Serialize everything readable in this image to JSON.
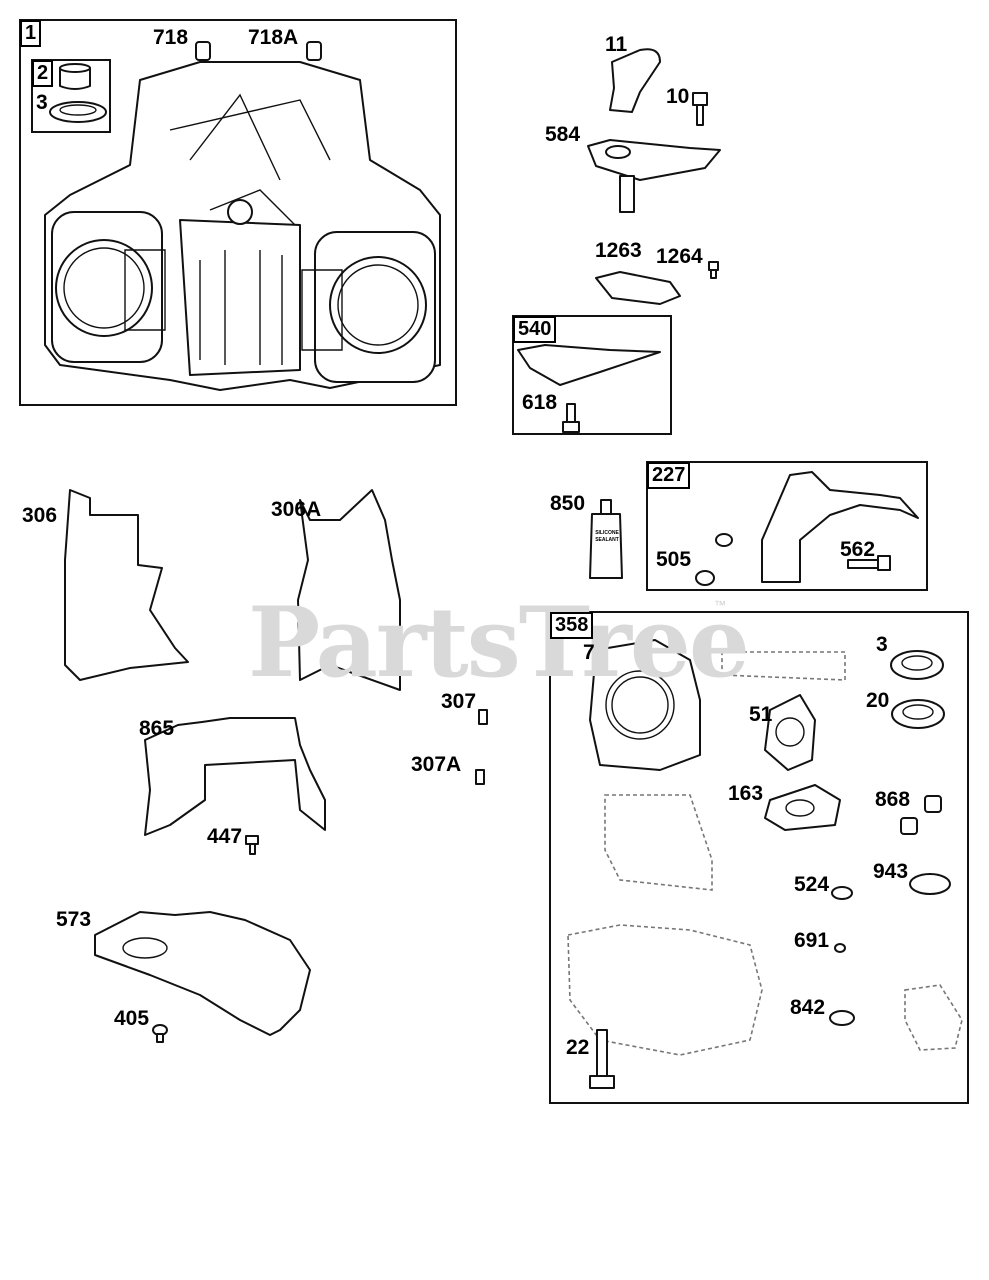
{
  "watermark": {
    "text": "PartsTree",
    "trademark": "™"
  },
  "box_labels": {
    "b1": "1",
    "b2": "2",
    "b540": "540",
    "b227": "227",
    "b358": "358"
  },
  "labels": {
    "l718": "718",
    "l718a": "718A",
    "l3a": "3",
    "l11": "11",
    "l10": "10",
    "l584": "584",
    "l1263": "1263",
    "l1264": "1264",
    "l618": "618",
    "l306": "306",
    "l306a": "306A",
    "l850": "850",
    "l505": "505",
    "l562": "562",
    "l307": "307",
    "l307a": "307A",
    "l865": "865",
    "l447": "447",
    "l573": "573",
    "l405": "405",
    "l7": "7",
    "l3b": "3",
    "l20": "20",
    "l51": "51",
    "l163": "163",
    "l868": "868",
    "l524": "524",
    "l943": "943",
    "l691": "691",
    "l842": "842",
    "l22": "22"
  },
  "tube_text": {
    "line1": "SILICONE",
    "line2": "SEALANT"
  }
}
